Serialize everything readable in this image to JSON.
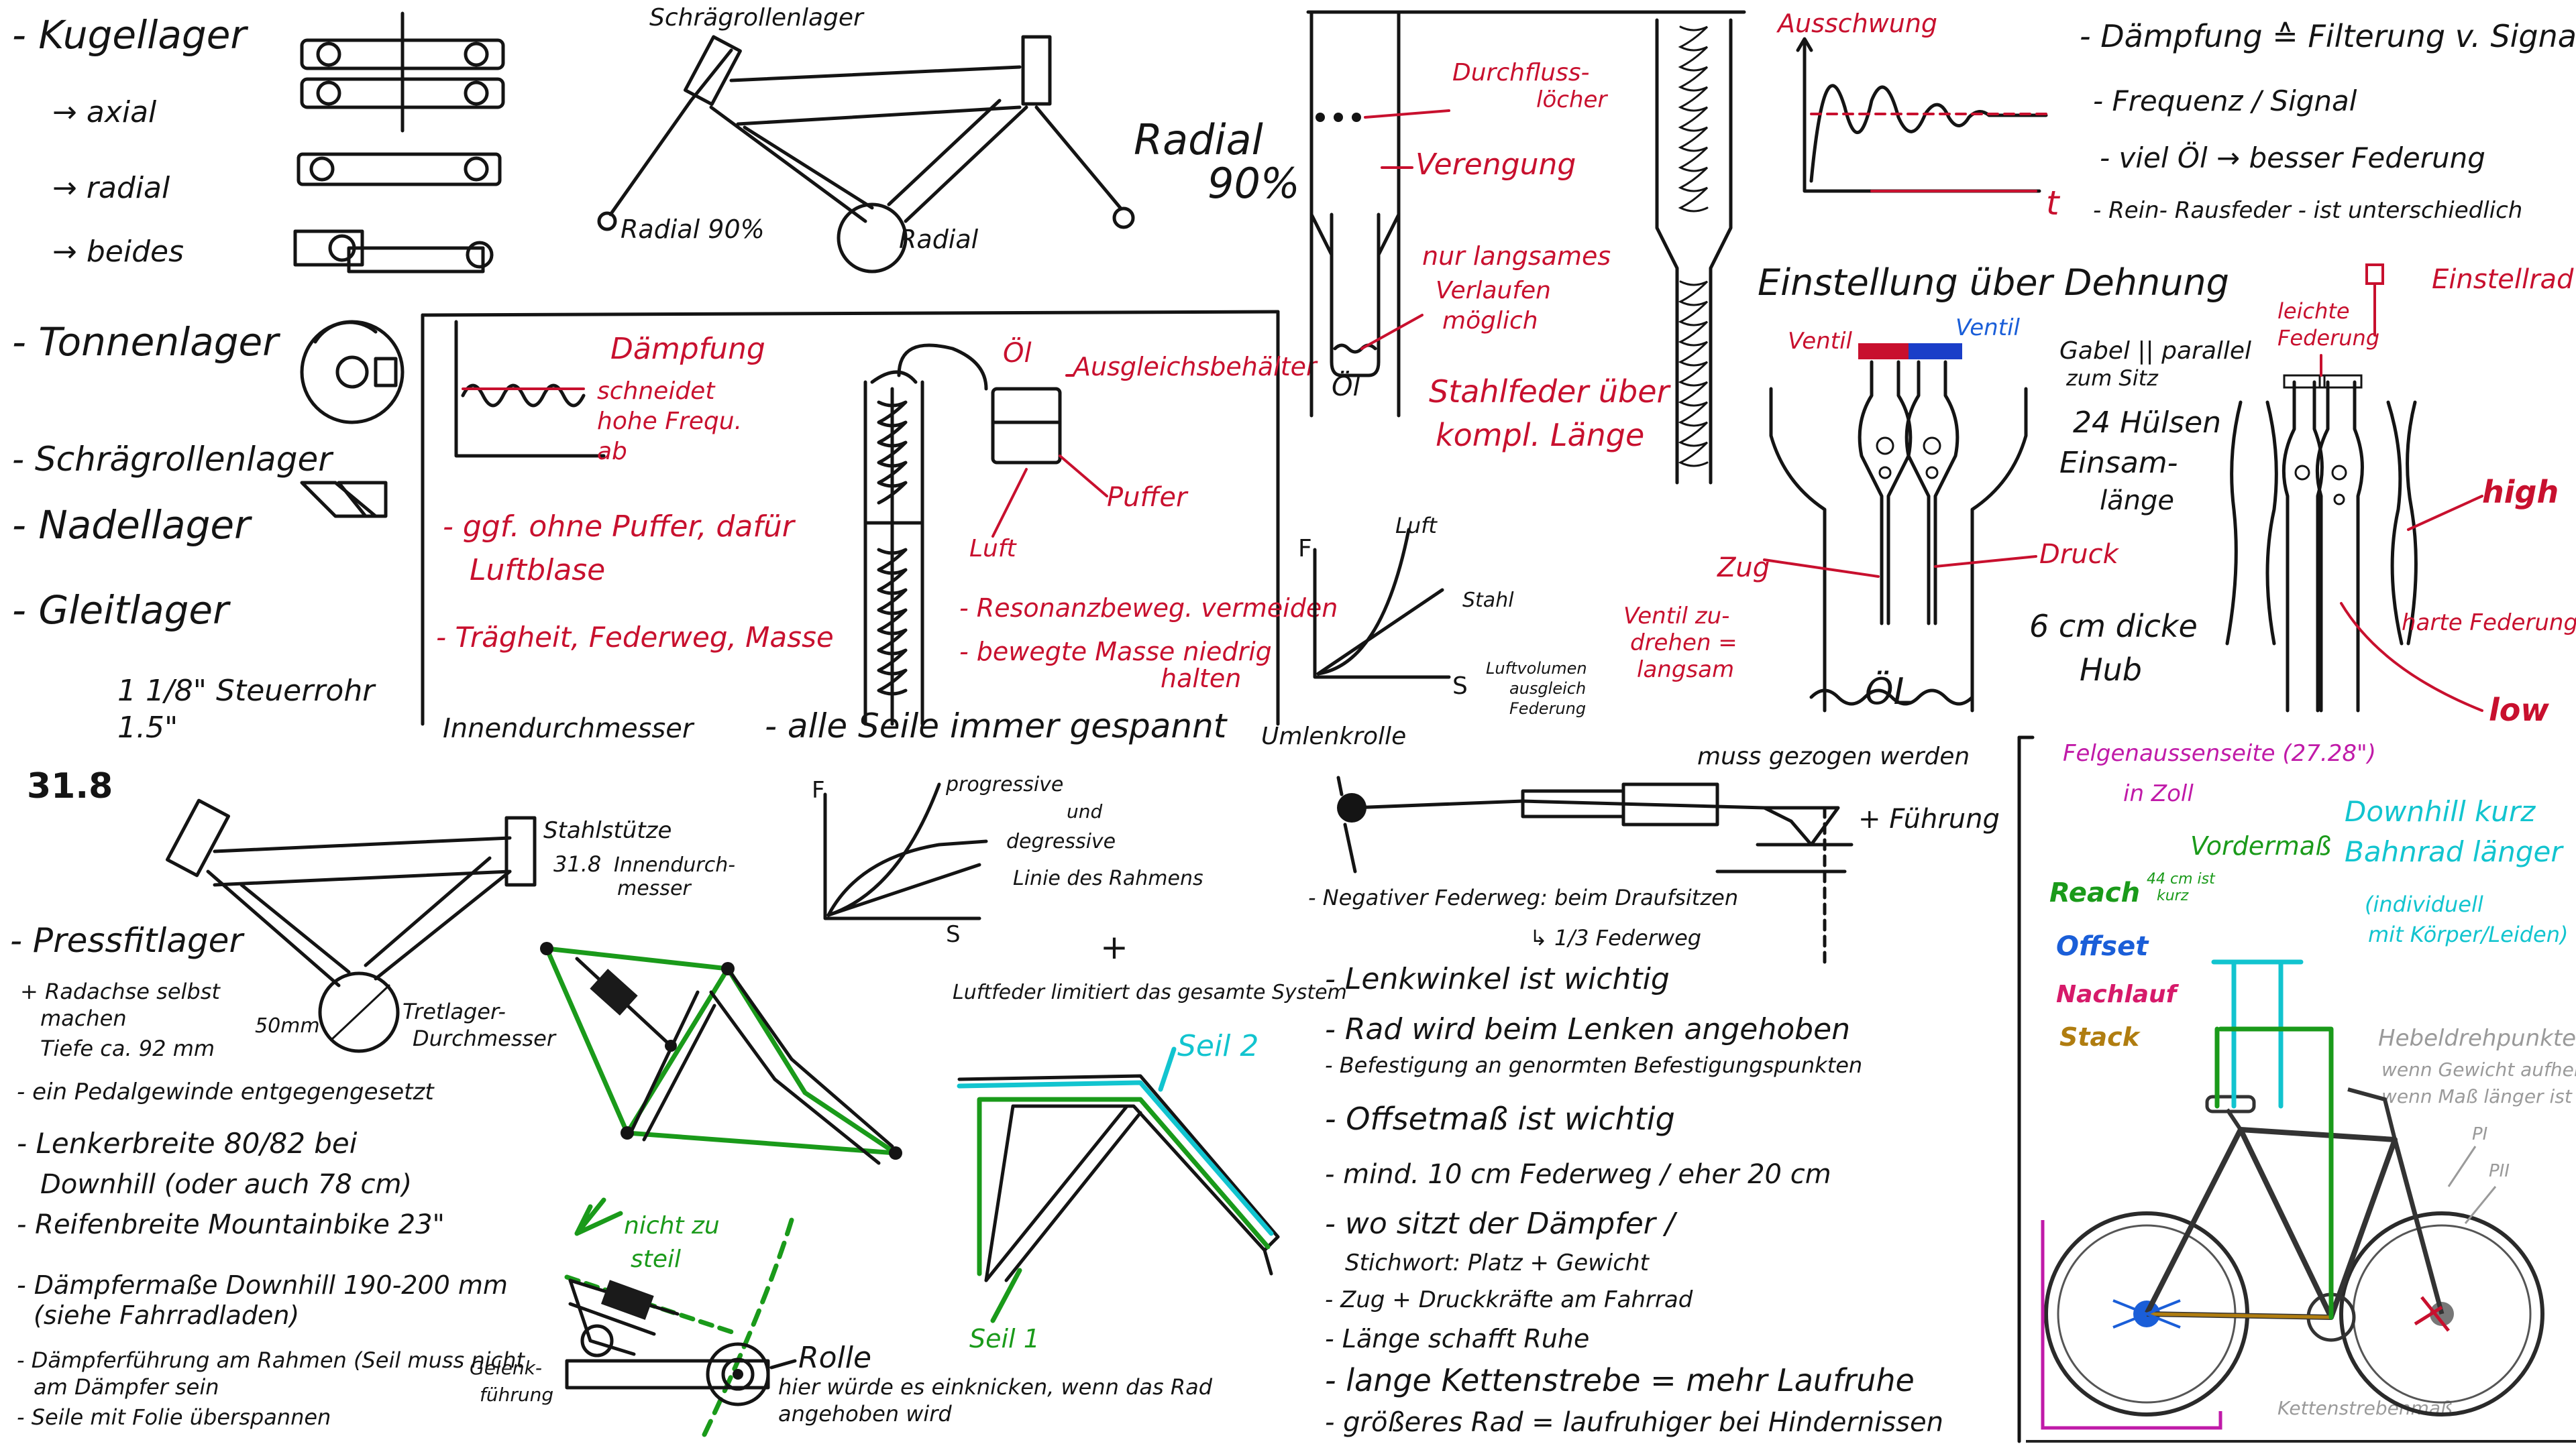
{
  "colors": {
    "ink": "#141414",
    "red": "#c8102e",
    "green": "#1a9a1a",
    "cyan": "#12c4cf",
    "blue": "#1a5ed8",
    "magenta": "#c01aa8",
    "pink": "#d61a6a",
    "brown": "#b07d10",
    "grey": "#9a9a9a"
  },
  "bearings": {
    "kugellager": "- Kugellager",
    "axial": "→ axial",
    "radial": "→ radial",
    "beides": "→ beides",
    "tonnenlager": "- Tonnenlager",
    "schraegrollenlager": "- Schrägrollenlager",
    "nadellager": "- Nadellager",
    "gleitlager": "- Gleitlager",
    "steerer_1": "1 1/8\" Steuerrohr",
    "steerer_2": "1.5\"",
    "seatpost": "31.8",
    "innendurchmesser": "Innendurchmesser"
  },
  "frame_top": {
    "schraegrollenlager_label": "Schrägrollenlager",
    "radial_left": "Radial 90%",
    "radial_center": "Radial",
    "radial_big_1": "Radial",
    "radial_big_2": "90%"
  },
  "damping_box": {
    "daempfung": "Dämpfung",
    "schneidet_1": "schneidet",
    "schneidet_2": "hohe Frequ.",
    "schneidet_3": "ab",
    "oel": "Öl",
    "ausgleich": "Ausgleichsbehälter",
    "puffer": "Puffer",
    "luft": "Luft",
    "ggf_1": "- ggf. ohne Puffer, dafür",
    "ggf_2": "Luftblase",
    "traegheit": "- Trägheit, Federweg, Masse",
    "resonanz": "- Resonanzbeweg. vermeiden",
    "masse": "- bewegte Masse niedrig",
    "halten": "halten",
    "seile": "- alle Seile immer gespannt"
  },
  "fork_column": {
    "durchfluss_1": "Durchfluss-",
    "durchfluss_2": "löcher",
    "verengung": "Verengung",
    "oel": "Öl",
    "langsam_1": "nur langsames",
    "langsam_2": "Verlaufen",
    "langsam_3": "möglich",
    "stahl_1": "Stahlfeder über",
    "stahl_2": "kompl. Länge",
    "graph_f": "F",
    "graph_s": "S",
    "graph_luft": "Luft",
    "graph_stahl": "Stahl",
    "graph_note_1": "Luftvolumen",
    "graph_note_2": "ausgleich",
    "graph_note_3": "Federung",
    "umlenkrolle": "Umlenkrolle"
  },
  "signal": {
    "ausschwung": "Ausschwung",
    "t": "t",
    "daempfung_eq": "- Dämpfung ≙ Filterung v. Signal",
    "frequenz": "- Frequenz / Signal",
    "viel_oel": "- viel Öl → besser Federung",
    "rein_raus": "- Rein- Rausfeder - ist unterschiedlich"
  },
  "adjust": {
    "einstellung": "Einstellung über Dehnung",
    "ventil_red": "Ventil",
    "ventil_blue": "Ventil",
    "gabel_1": "Gabel || parallel",
    "gabel_2": "zum Sitz",
    "huelsen_1": "24 Hülsen",
    "huelsen_2": "Einsam-",
    "huelsen_3": "länge",
    "zug": "Zug",
    "druck": "Druck",
    "ventil_drehen_1": "Ventil zu-",
    "ventil_drehen_2": "drehen =",
    "ventil_drehen_3": "langsam",
    "hub_1": "6 cm dicke",
    "hub_2": "Hub",
    "oel": "ÖL",
    "einstellrad": "Einstellrad",
    "leichte_1": "leichte",
    "leichte_2": "Federung",
    "high": "high",
    "harte": "harte Federung",
    "low": "low"
  },
  "lower_left": {
    "stahlstuetze": "Stahlstütze",
    "stahl_318": "31.8",
    "stahl_innen_1": "Innendurch-",
    "stahl_innen_2": "messer",
    "fifty": "50mm",
    "tretlager_1": "Tretlager-",
    "tretlager_2": "Durchmesser",
    "pressfitlager": "- Pressfitlager",
    "radachse_1": "+ Radachse selbst",
    "radachse_2": "machen",
    "tiefe": "Tiefe ca. 92 mm",
    "pedal": "- ein Pedalgewinde entgegengesetzt",
    "lenker_1": "- Lenkerbreite 80/82 bei",
    "lenker_2": "Downhill (oder auch 78 cm)",
    "reifen": "- Reifenbreite Mountainbike 23\"",
    "daempfer_1": "- Dämpfermaße Downhill 190-200 mm",
    "daempfer_2": "(siehe Fahrradladen)",
    "fuehrung_1": "- Dämpferführung am Rahmen (Seil muss nicht",
    "fuehrung_2": "am Dämpfer sein",
    "folie": "- Seile mit Folie überspannen"
  },
  "mid_lower": {
    "graph_f": "F",
    "graph_s": "S",
    "progressive": "progressive",
    "und": "und",
    "degressive": "degressive",
    "linie": "Linie des Rahmens",
    "plus": "+",
    "luftfeder": "Luftfeder limitiert das gesamte System",
    "seil2": "Seil 2",
    "seil1": "Seil 1",
    "nicht_zu_1": "nicht zu",
    "nicht_zu_2": "steil",
    "gelenk_1": "Gelenk-",
    "gelenk_2": "führung",
    "rolle": "Rolle",
    "hier_1": "hier würde es einknicken, wenn das Rad",
    "hier_2": "angehoben wird"
  },
  "mid_right": {
    "muss": "muss gezogen werden",
    "fuehrung": "+ Führung",
    "negativ_1": "- Negativer Federweg: beim Draufsitzen",
    "negativ_2": "↳ 1/3 Federweg",
    "lenkwinkel": "- Lenkwinkel ist wichtig",
    "rad": "- Rad wird beim Lenken angehoben",
    "befestigung": "- Befestigung an genormten Befestigungspunkten",
    "offset": "- Offsetmaß ist wichtig",
    "mind": "- mind. 10 cm Federweg / eher 20 cm",
    "wo": "- wo sitzt der Dämpfer /",
    "stichwort": "Stichwort: Platz + Gewicht",
    "zug": "- Zug + Druckkräfte am Fahrrad",
    "laenge": "- Länge schafft Ruhe",
    "kette": "- lange Kettenstrebe = mehr Laufruhe",
    "groesser": "- größeres Rad = laufruhiger bei Hindernissen"
  },
  "geometry": {
    "felgen_1": "Felgenaussenseite (27.28\")",
    "felgen_2": "in Zoll",
    "vordermass": "Vordermaß",
    "downhill_1": "Downhill kurz",
    "downhill_2": "Bahnrad länger",
    "individuell_1": "(individuell",
    "individuell_2": "mit Körper/Leiden)",
    "reach": "Reach",
    "reach_note_1": "44 cm ist",
    "reach_note_2": "kurz",
    "offset": "Offset",
    "nachlauf": "Nachlauf",
    "stack": "Stack",
    "dreh_1": "Hebeldrehpunkte",
    "dreh_2": "wenn Gewicht aufhebt,",
    "dreh_3": "wenn Maß länger ist",
    "p1": "PI",
    "p2": "PII",
    "kette": "Kettenstrebenmaß"
  }
}
